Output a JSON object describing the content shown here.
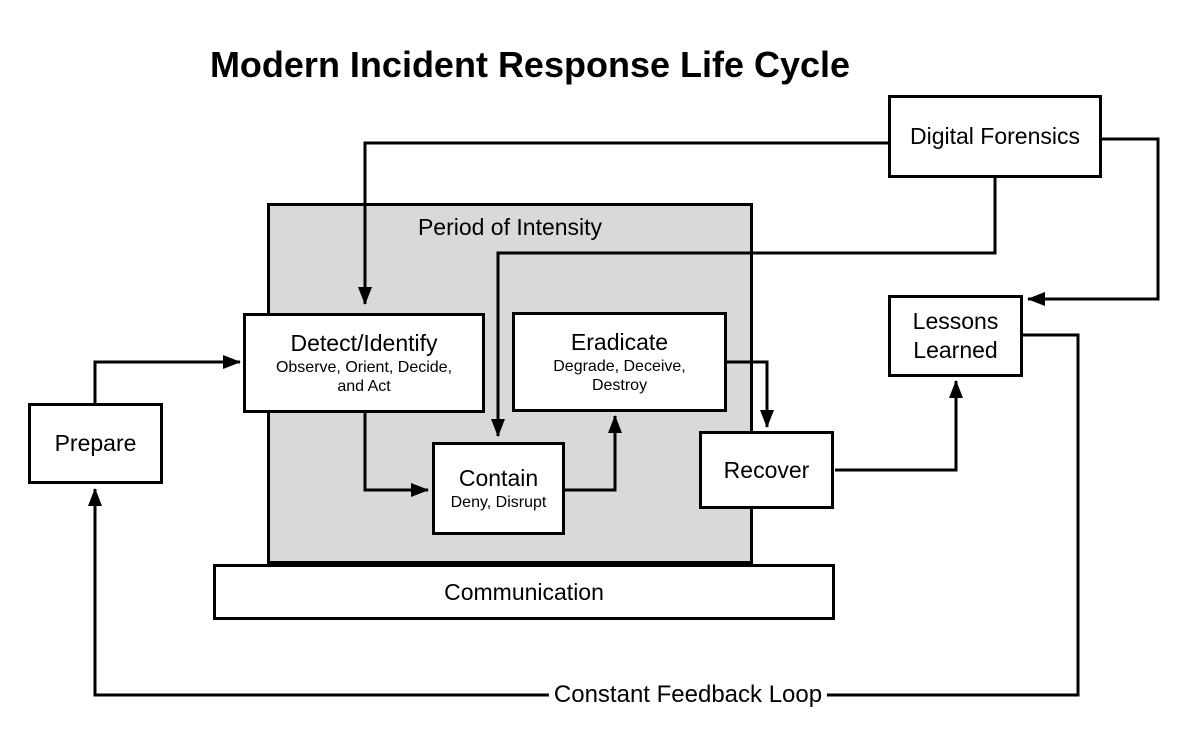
{
  "title": "Modern Incident Response Life Cycle",
  "colors": {
    "background": "#ffffff",
    "stroke": "#000000",
    "region_fill": "#d9d9d9",
    "node_fill": "#ffffff"
  },
  "region": {
    "label": "Period of Intensity"
  },
  "nodes": {
    "digital_forensics": {
      "label": "Digital Forensics"
    },
    "detect_identify": {
      "label": "Detect/Identify",
      "sub": "Observe, Orient, Decide, and Act"
    },
    "eradicate": {
      "label": "Eradicate",
      "sub": "Degrade, Deceive, Destroy"
    },
    "contain": {
      "label": "Contain",
      "sub": "Deny, Disrupt"
    },
    "prepare": {
      "label": "Prepare"
    },
    "recover": {
      "label": "Recover"
    },
    "lessons_learned": {
      "label": "Lessons Learned"
    },
    "communication": {
      "label": "Communication"
    }
  },
  "annotations": {
    "feedback_loop": "Constant Feedback Loop"
  },
  "edges": [
    {
      "from": "digital_forensics",
      "to": "detect_identify"
    },
    {
      "from": "digital_forensics",
      "to": "contain"
    },
    {
      "from": "digital_forensics",
      "to": "lessons_learned"
    },
    {
      "from": "prepare",
      "to": "detect_identify"
    },
    {
      "from": "detect_identify",
      "to": "contain"
    },
    {
      "from": "contain",
      "to": "eradicate"
    },
    {
      "from": "eradicate",
      "to": "recover"
    },
    {
      "from": "recover",
      "to": "lessons_learned"
    },
    {
      "from": "lessons_learned",
      "to": "prepare",
      "label": "Constant Feedback Loop"
    }
  ]
}
